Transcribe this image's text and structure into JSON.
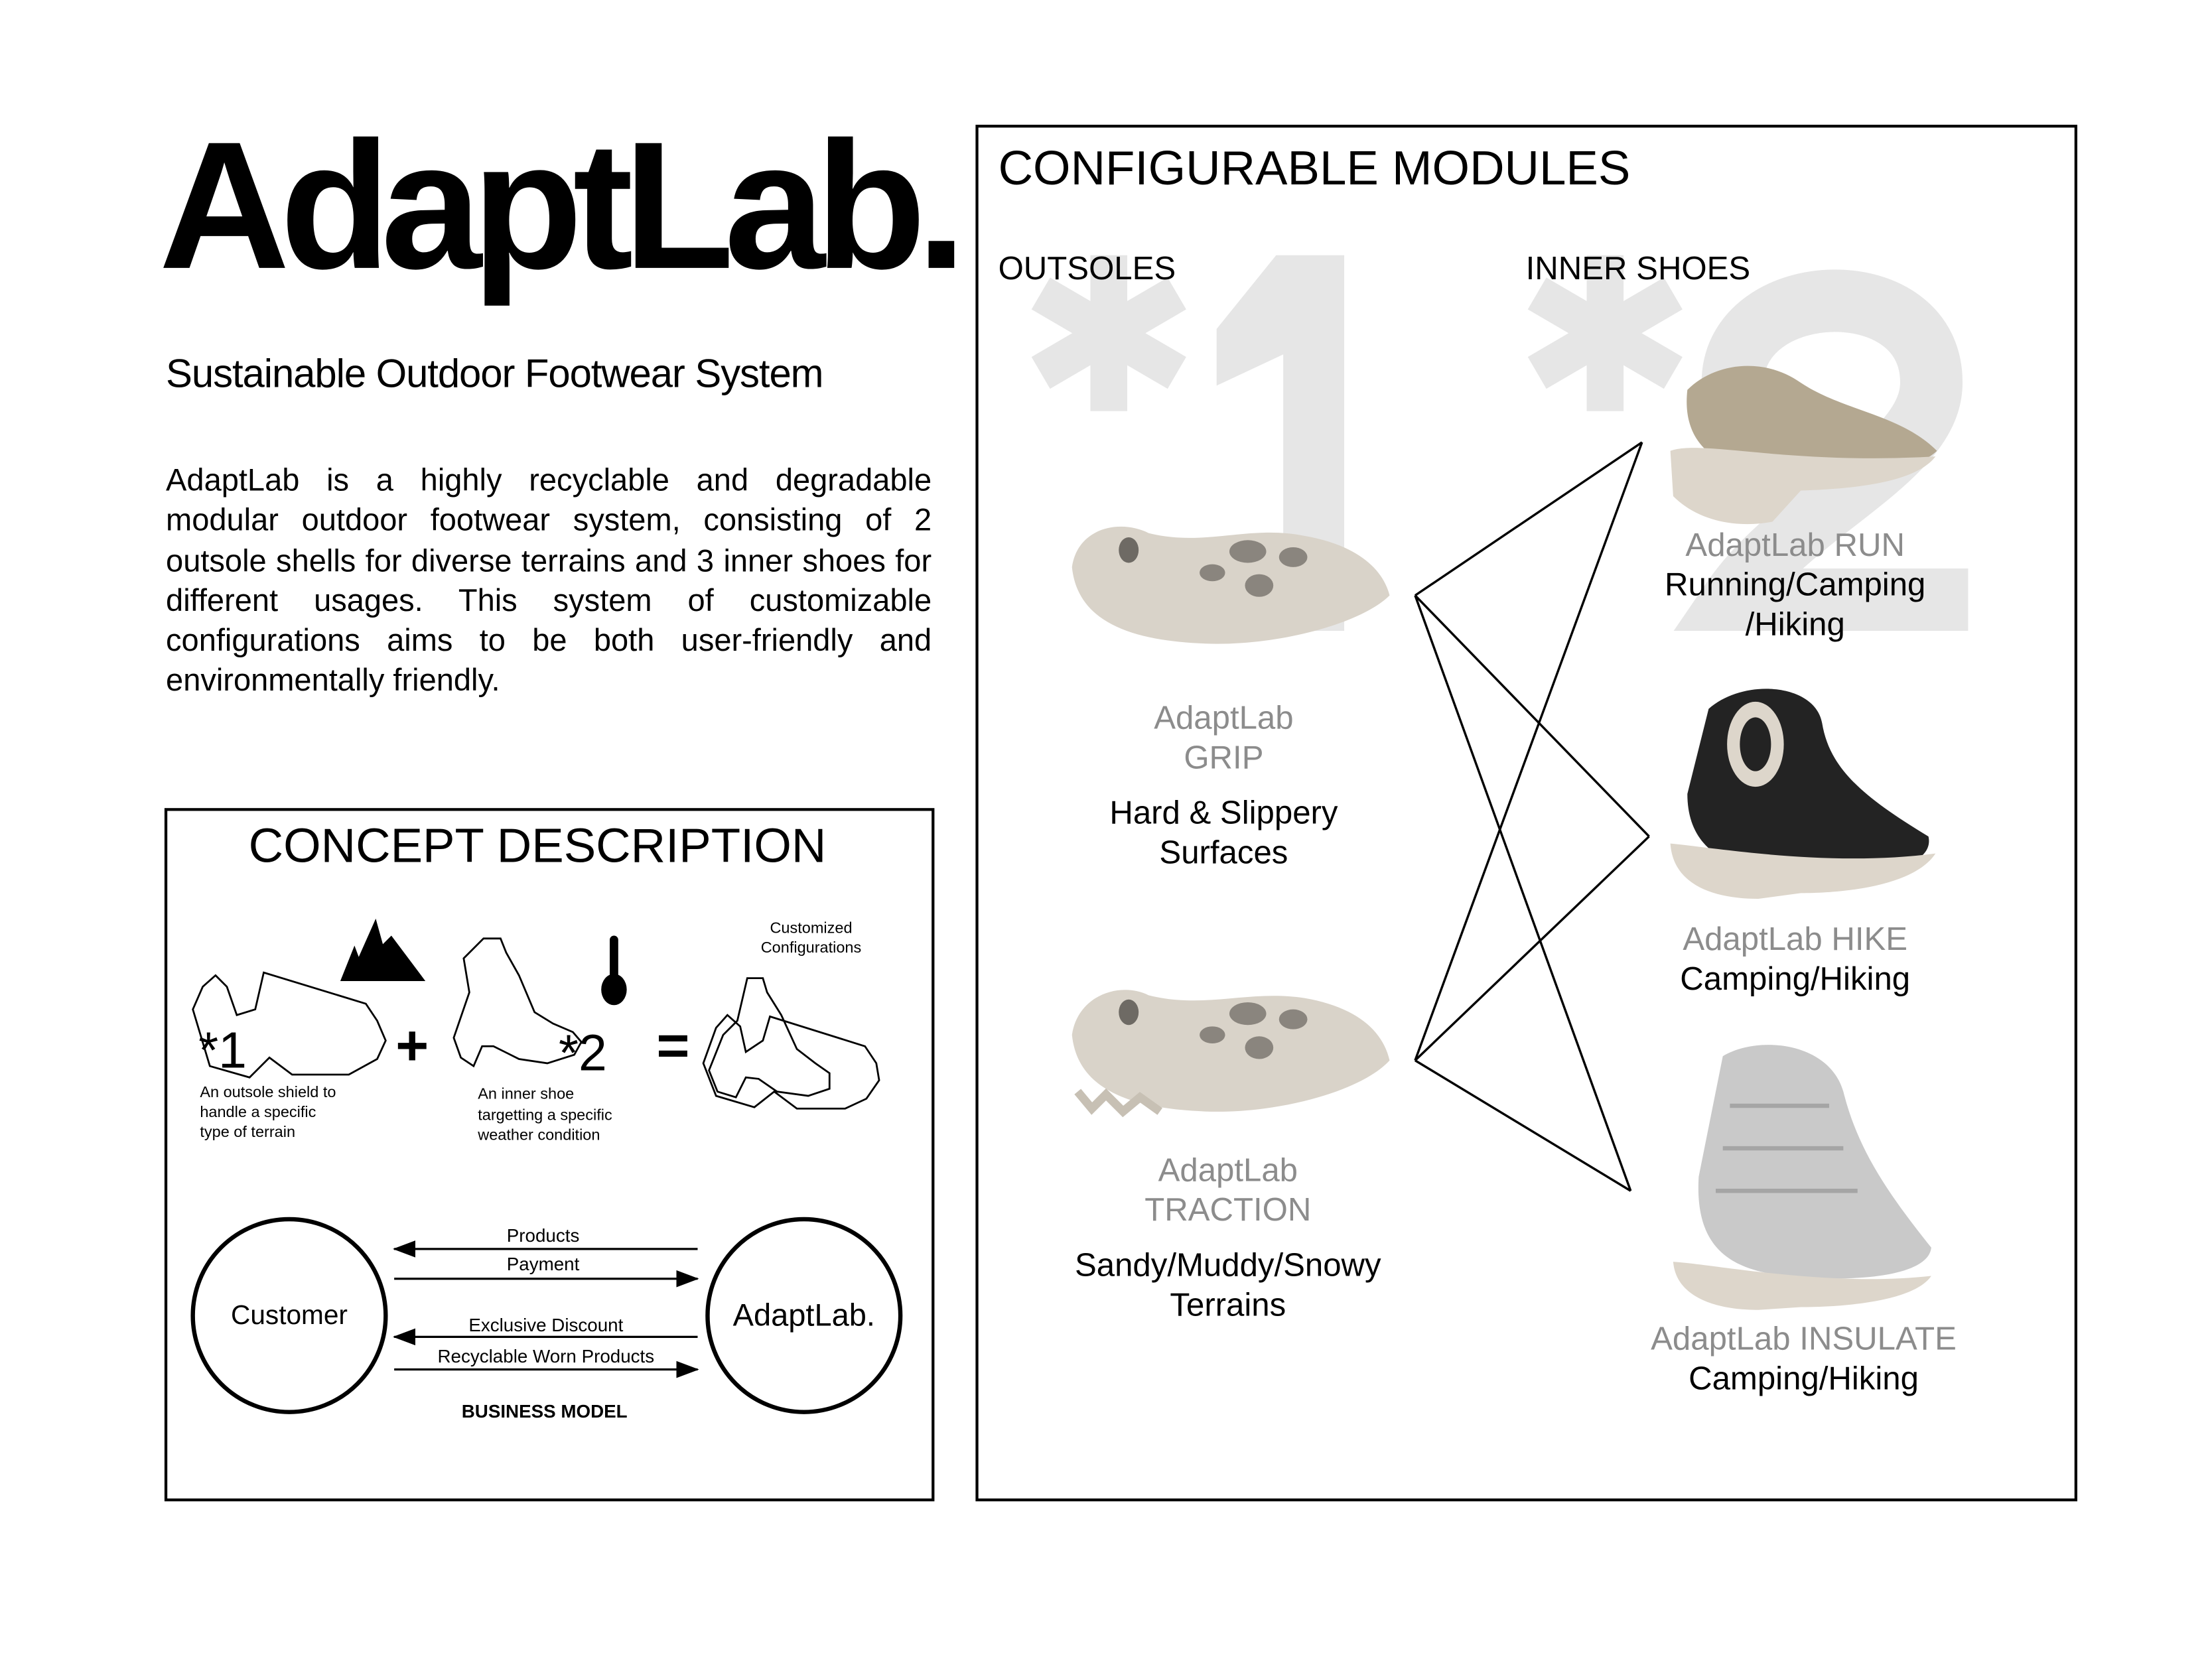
{
  "brand": {
    "title": "AdaptLab.",
    "subtitle": "Sustainable Outdoor Footwear System",
    "description": "AdaptLab is a highly recyclable and degradable modular outdoor footwear system, consisting of 2 outsole shells for diverse terrains and 3 inner shoes for different usages. This system of customizable configurations aims to be both user-friendly and environmentally friendly."
  },
  "concept": {
    "title": "CONCEPT DESCRIPTION",
    "marker1": "*1",
    "plus": "+",
    "marker2": "*2",
    "equals": "=",
    "outsole_caption": [
      "An outsole shield to",
      "handle a specific",
      "type of terrain"
    ],
    "inner_caption": [
      "An inner shoe",
      "targetting a specific",
      "weather condition"
    ],
    "result_caption": [
      "Customized",
      "Configurations"
    ],
    "business": {
      "left": "Customer",
      "right": "AdaptLab.",
      "arrows": [
        "Products",
        "Payment",
        "Exclusive Discount",
        "Recyclable Worn Products"
      ],
      "label": "BUSINESS MODEL"
    }
  },
  "modules": {
    "title": "CONFIGURABLE MODULES",
    "outsoles_heading": "OUTSOLES",
    "inner_heading": "INNER SHOES",
    "bg1": "*1",
    "bg2": "*2",
    "outsoles": [
      {
        "name": [
          "AdaptLab",
          "GRIP"
        ],
        "use": [
          "Hard & Slippery",
          "Surfaces"
        ]
      },
      {
        "name": [
          "AdaptLab",
          "TRACTION"
        ],
        "use": [
          "Sandy/Muddy/Snowy",
          "Terrains"
        ]
      }
    ],
    "inner": [
      {
        "name": "AdaptLab RUN",
        "use": [
          "Running/Camping",
          "/Hiking"
        ]
      },
      {
        "name": "AdaptLab HIKE",
        "use": [
          "Camping/Hiking"
        ]
      },
      {
        "name": "AdaptLab INSULATE",
        "use": [
          "Camping/Hiking"
        ]
      }
    ]
  },
  "colors": {
    "muted": "#8c8c8c",
    "watermark": "#e6e6e6",
    "sole": "#d9d3c9"
  }
}
